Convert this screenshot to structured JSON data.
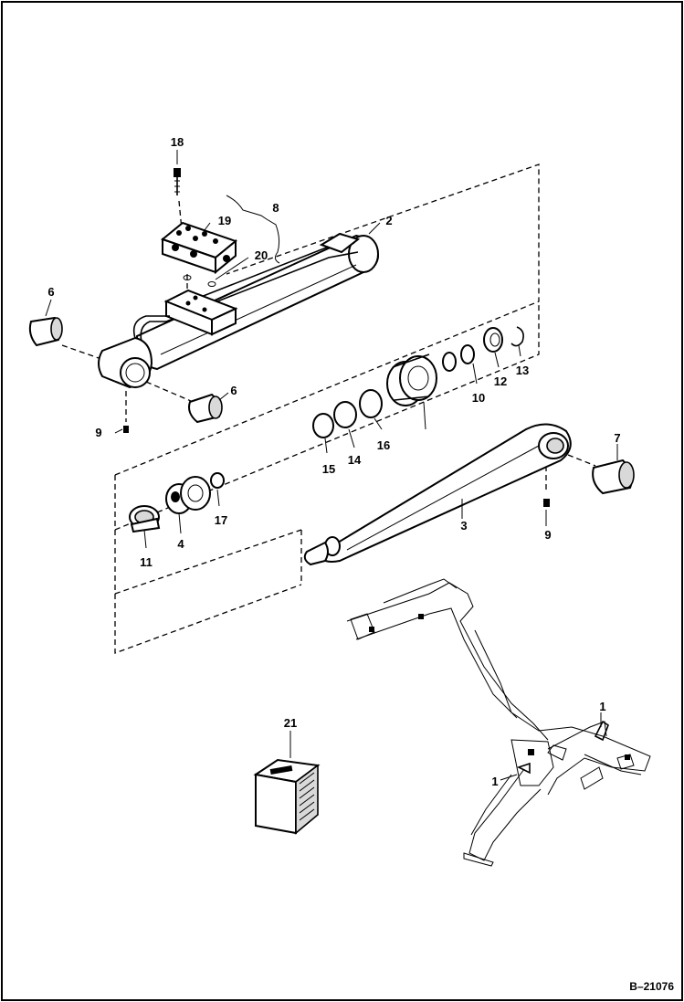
{
  "figure": {
    "reference_code": "B–21076"
  },
  "callouts": [
    {
      "id": "c18",
      "text": "18"
    },
    {
      "id": "c8",
      "text": "8"
    },
    {
      "id": "c19",
      "text": "19"
    },
    {
      "id": "c2",
      "text": "2"
    },
    {
      "id": "c20",
      "text": "20"
    },
    {
      "id": "c6a",
      "text": "6"
    },
    {
      "id": "c6b",
      "text": "6"
    },
    {
      "id": "c9a",
      "text": "9"
    },
    {
      "id": "c13",
      "text": "13"
    },
    {
      "id": "c12",
      "text": "12"
    },
    {
      "id": "c10",
      "text": "10"
    },
    {
      "id": "c16",
      "text": "16"
    },
    {
      "id": "c14",
      "text": "14"
    },
    {
      "id": "c15",
      "text": "15"
    },
    {
      "id": "c7",
      "text": "7"
    },
    {
      "id": "c17",
      "text": "17"
    },
    {
      "id": "c4",
      "text": "4"
    },
    {
      "id": "c11",
      "text": "11"
    },
    {
      "id": "c3",
      "text": "3"
    },
    {
      "id": "c9b",
      "text": "9"
    },
    {
      "id": "c21",
      "text": "21"
    },
    {
      "id": "c1a",
      "text": "1"
    },
    {
      "id": "c1b",
      "text": "1"
    }
  ]
}
